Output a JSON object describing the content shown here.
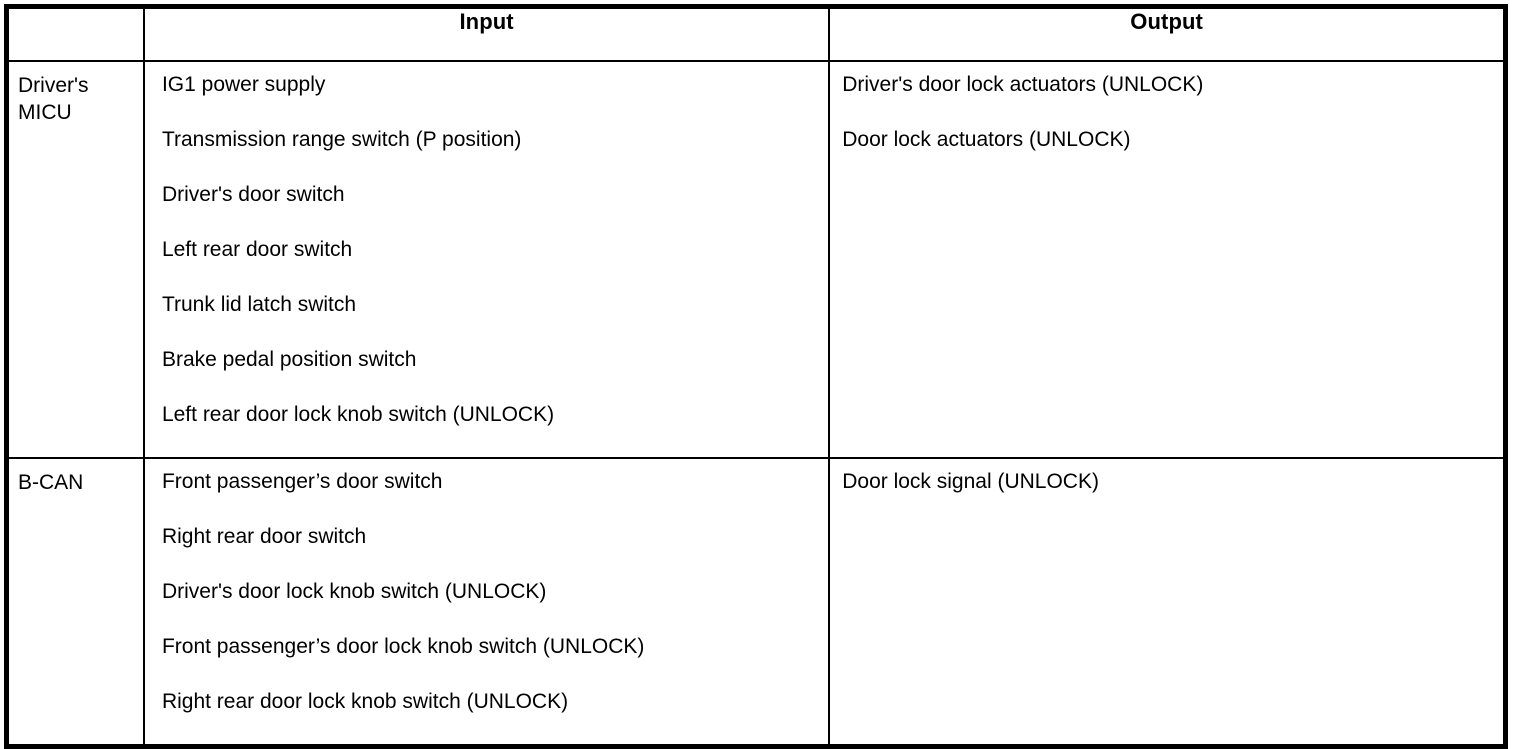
{
  "table": {
    "headers": {
      "label_column": "",
      "input": "Input",
      "output": "Output"
    },
    "groups": [
      {
        "label": "Driver's\nMICU",
        "inputs": [
          "IG1 power supply",
          "Transmission range switch (P position)",
          "Driver's door switch",
          "Left rear door switch",
          "Trunk lid latch switch",
          "Brake pedal position switch",
          "Left rear door lock knob switch (UNLOCK)"
        ],
        "outputs": [
          "Driver's door lock actuators (UNLOCK)",
          "Door lock actuators (UNLOCK)"
        ]
      },
      {
        "label": "B-CAN",
        "inputs": [
          "Front passenger’s door switch",
          "Right rear door switch",
          "Driver's door lock knob switch (UNLOCK)",
          "Front passenger’s door lock knob switch (UNLOCK)",
          "Right rear door lock knob switch (UNLOCK)"
        ],
        "outputs": [
          "Door lock signal (UNLOCK)"
        ]
      }
    ]
  },
  "colors": {
    "border": "#000000",
    "text": "#000000",
    "background": "#ffffff"
  }
}
